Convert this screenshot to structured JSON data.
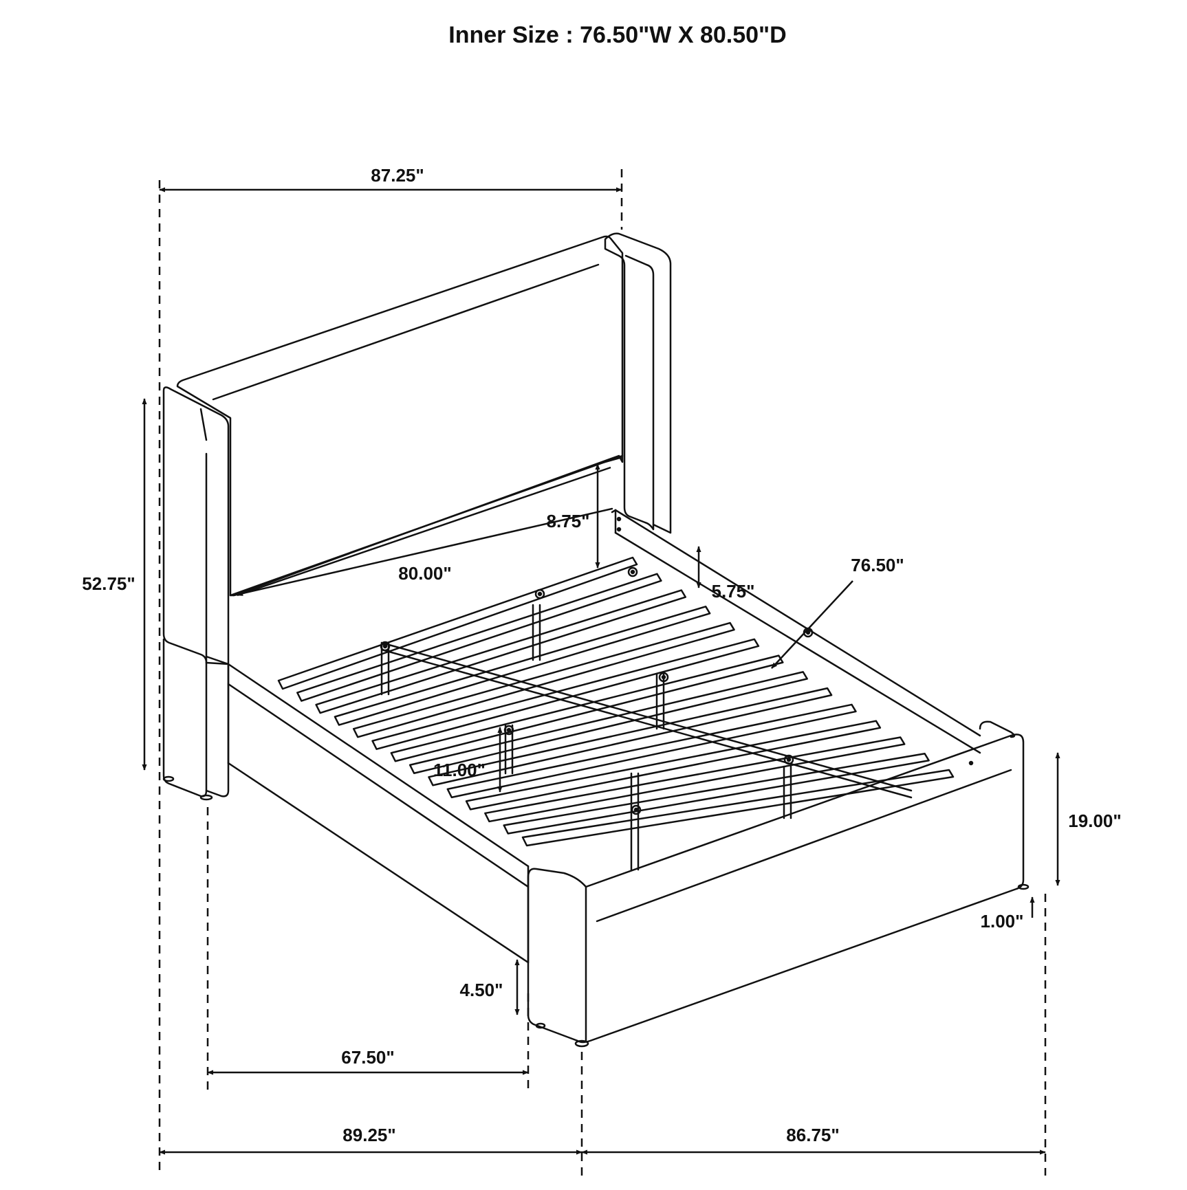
{
  "diagram": {
    "title": "Inner Size : 76.50\"W X 80.50\"D",
    "stroke_color": "#111111",
    "background": "#ffffff",
    "dimensions": {
      "headboard_width": "87.25\"",
      "overall_height": "52.75\"",
      "headboard_clearance": "8.75\"",
      "headboard_inner_width": "80.00\"",
      "rail_height": "5.75\"",
      "inner_width": "76.50\"",
      "slat_height": "11.00\"",
      "footboard_height": "19.00\"",
      "leg_height": "1.00\"",
      "under_clearance": "4.50\"",
      "side_rail_length": "67.50\"",
      "overall_length": "89.25\"",
      "overall_width": "86.75\""
    }
  }
}
